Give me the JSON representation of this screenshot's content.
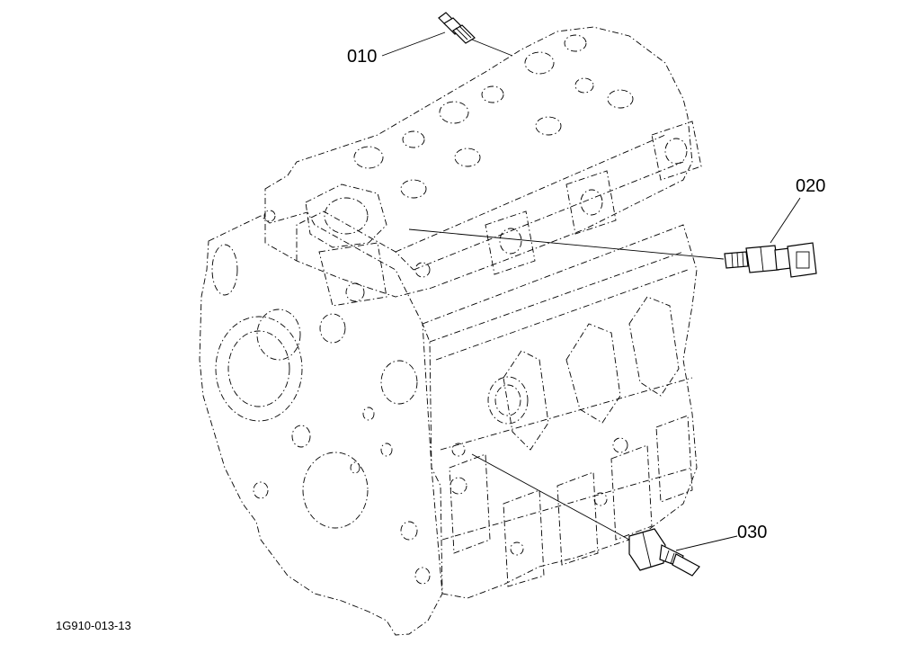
{
  "callouts": [
    {
      "id": "010",
      "label": "010"
    },
    {
      "id": "020",
      "label": "020"
    },
    {
      "id": "030",
      "label": "030"
    }
  ],
  "figure_ref": "1G910-013-13"
}
